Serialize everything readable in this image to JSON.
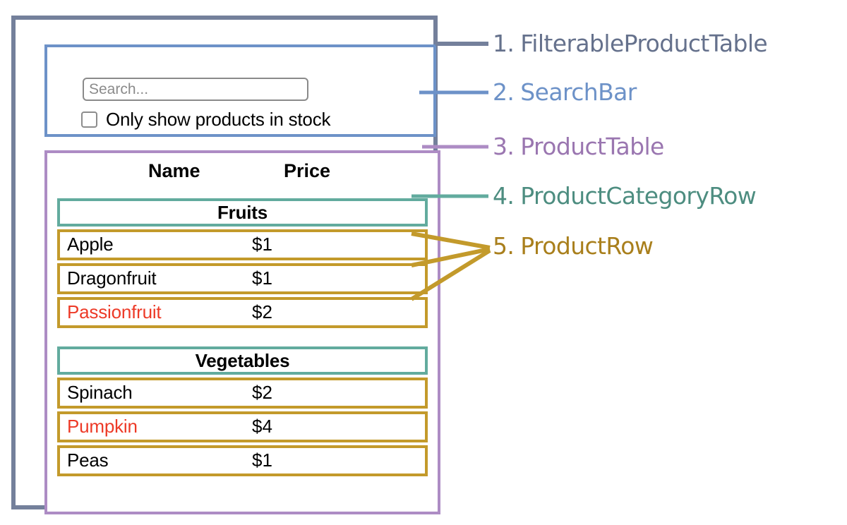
{
  "diagram": {
    "title": "React component breakdown diagram",
    "background": "#ffffff"
  },
  "colors": {
    "filterable_product_table": "#74809b",
    "search_bar": "#6d92c8",
    "product_table": "#ad8cc4",
    "product_category_row": "#62ab9e",
    "product_row": "#c39a2b",
    "out_of_stock_text": "#ed3a27",
    "text": "#000000",
    "placeholder": "#8b8b8b"
  },
  "search_bar": {
    "input": {
      "value": "",
      "placeholder": "Search..."
    },
    "checkbox": {
      "label": "Only show products in stock",
      "checked": false
    }
  },
  "product_table": {
    "columns": [
      "Name",
      "Price"
    ],
    "groups": [
      {
        "category": "Fruits",
        "products": [
          {
            "name": "Apple",
            "price": "$1",
            "in_stock": true
          },
          {
            "name": "Dragonfruit",
            "price": "$1",
            "in_stock": true
          },
          {
            "name": "Passionfruit",
            "price": "$2",
            "in_stock": false
          }
        ]
      },
      {
        "category": "Vegetables",
        "products": [
          {
            "name": "Spinach",
            "price": "$2",
            "in_stock": true
          },
          {
            "name": "Pumpkin",
            "price": "$4",
            "in_stock": false
          },
          {
            "name": "Peas",
            "price": "$1",
            "in_stock": true
          }
        ]
      }
    ]
  },
  "legend": [
    {
      "num": "1.",
      "label": "FilterableProductTable",
      "color": "#65718c"
    },
    {
      "num": "2.",
      "label": "SearchBar",
      "color": "#6d92c8"
    },
    {
      "num": "3.",
      "label": "ProductTable",
      "color": "#9a76b0"
    },
    {
      "num": "4.",
      "label": "ProductCategoryRow",
      "color": "#4d8d80"
    },
    {
      "num": "5.",
      "label": "ProductRow",
      "color": "#a97f1c"
    }
  ]
}
